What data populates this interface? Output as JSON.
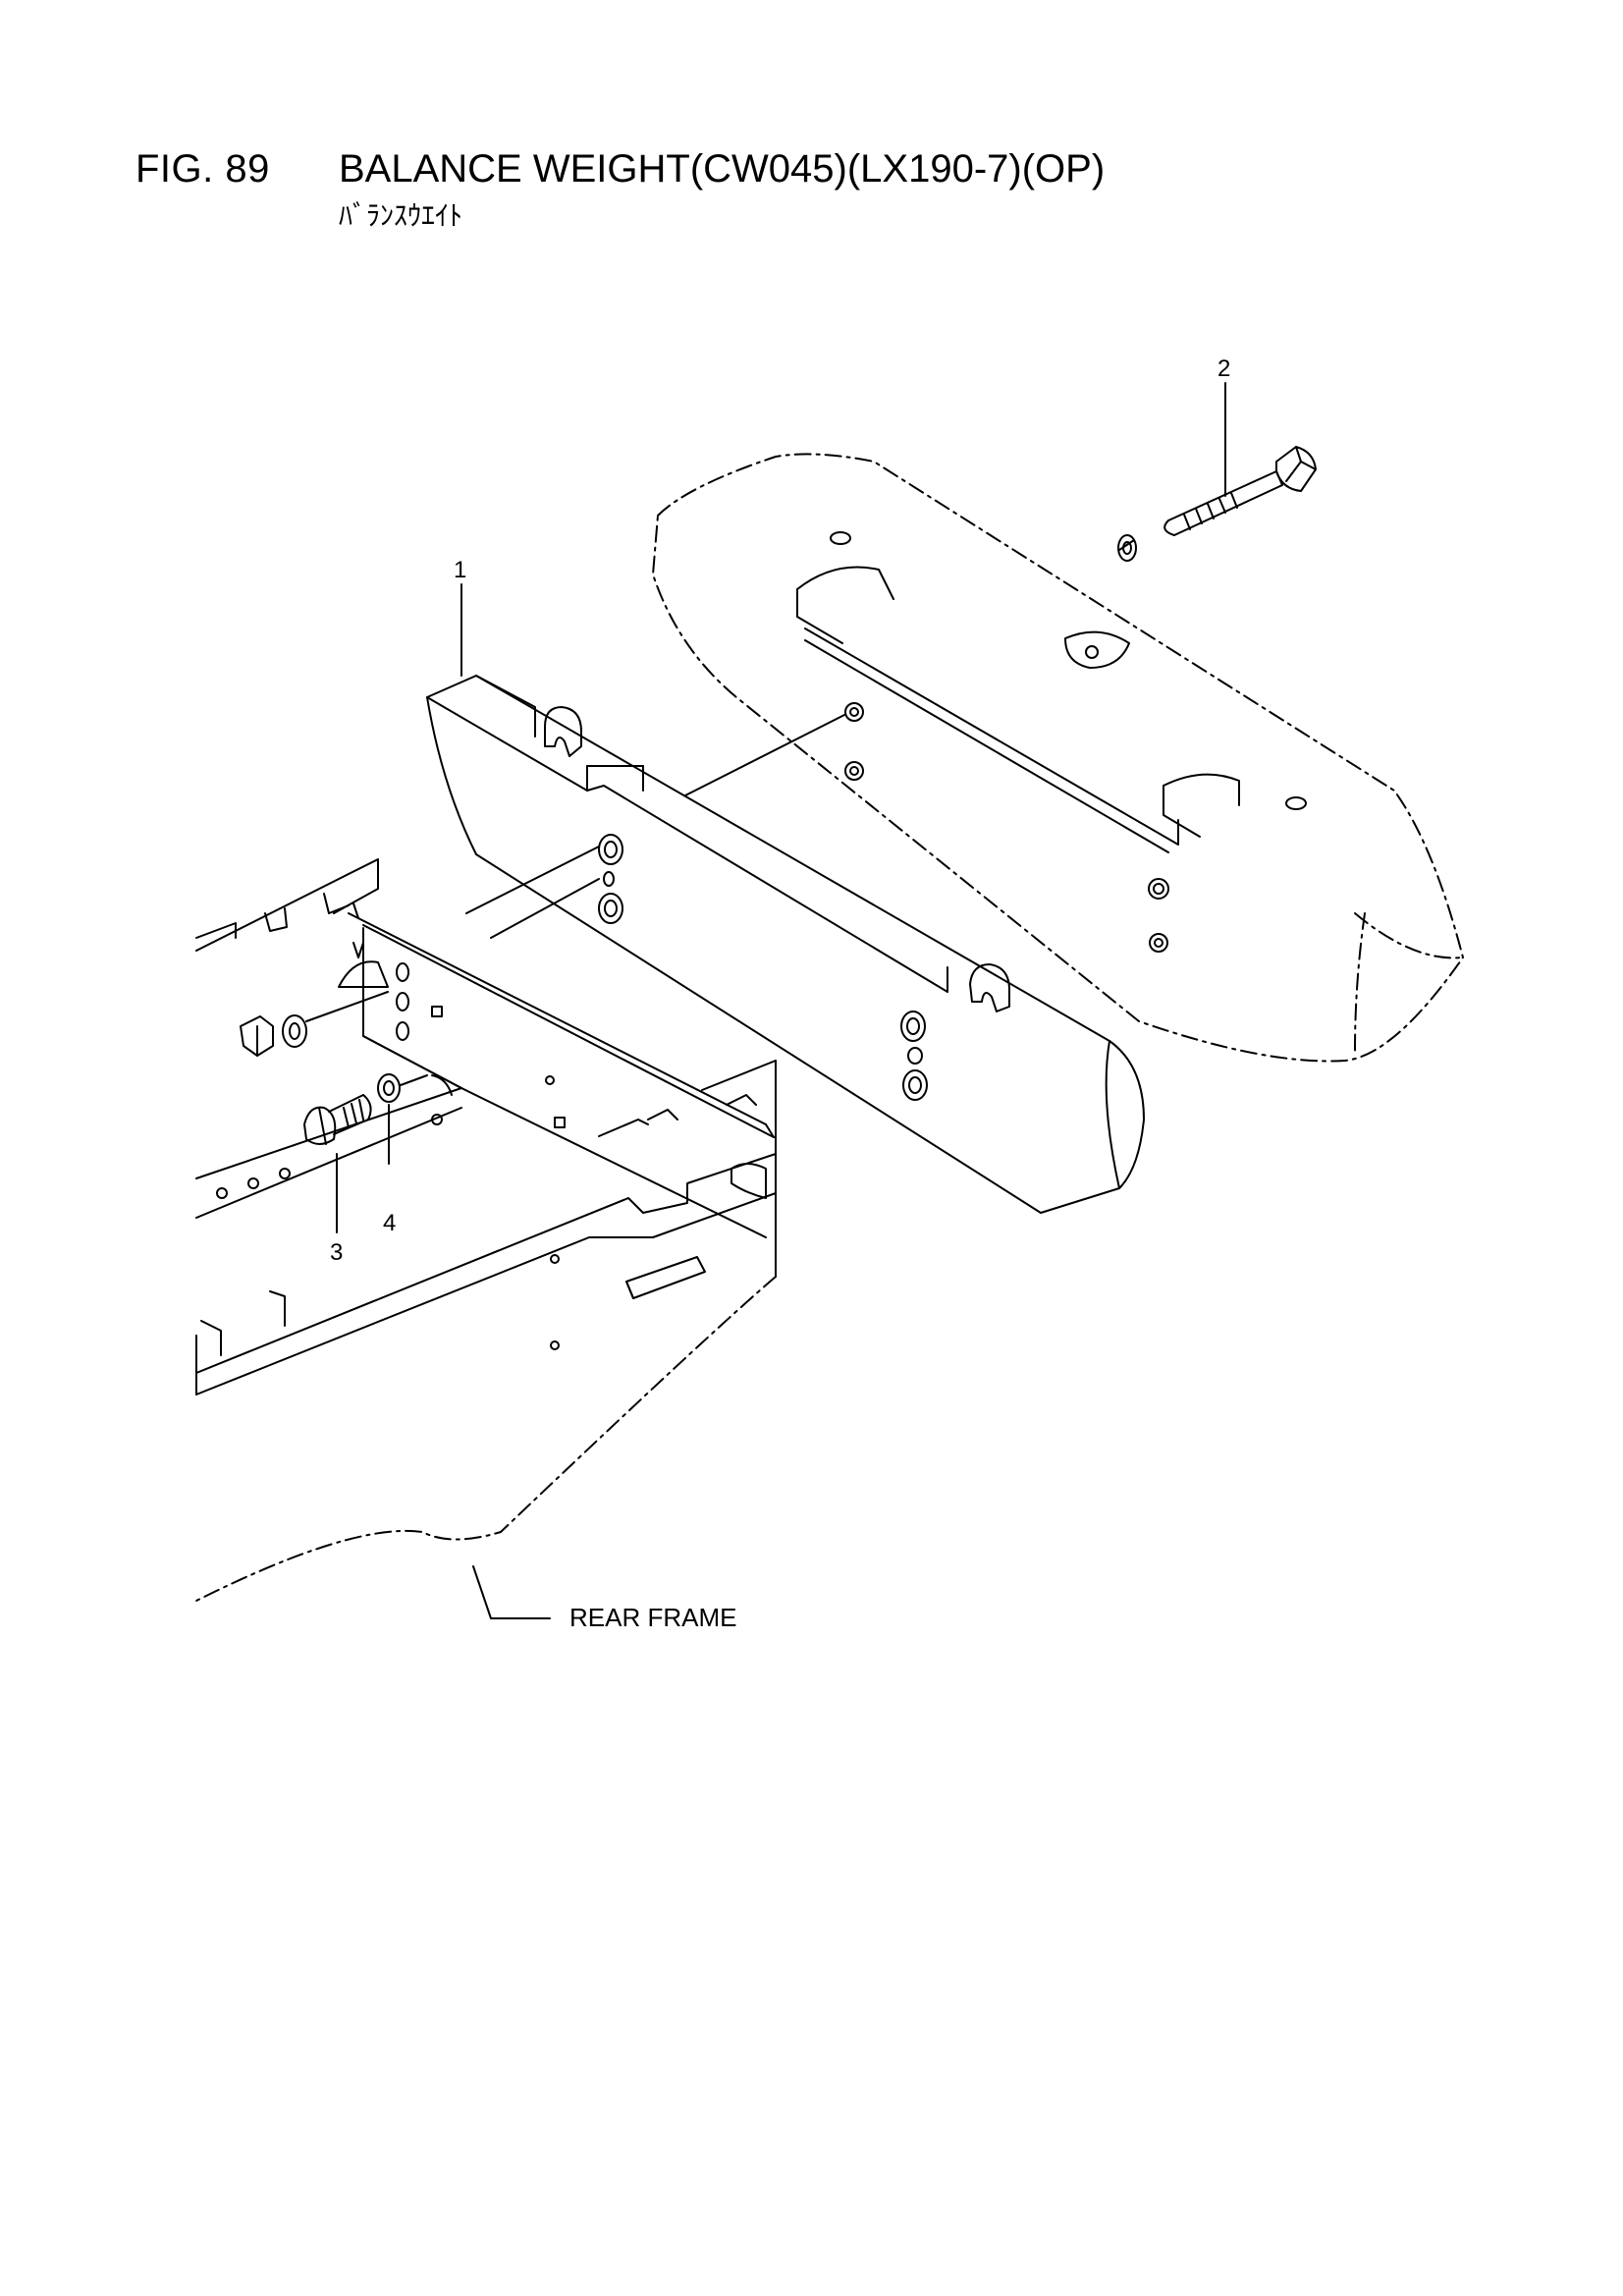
{
  "figure": {
    "number": "FIG. 89",
    "title": "BALANCE WEIGHT(CW045)(LX190-7)(OP)",
    "subtitle": "ﾊﾞﾗﾝｽｳｴｲﾄ"
  },
  "callouts": [
    "1",
    "2",
    "3",
    "4"
  ],
  "labels": {
    "rear_frame": "REAR FRAME"
  }
}
